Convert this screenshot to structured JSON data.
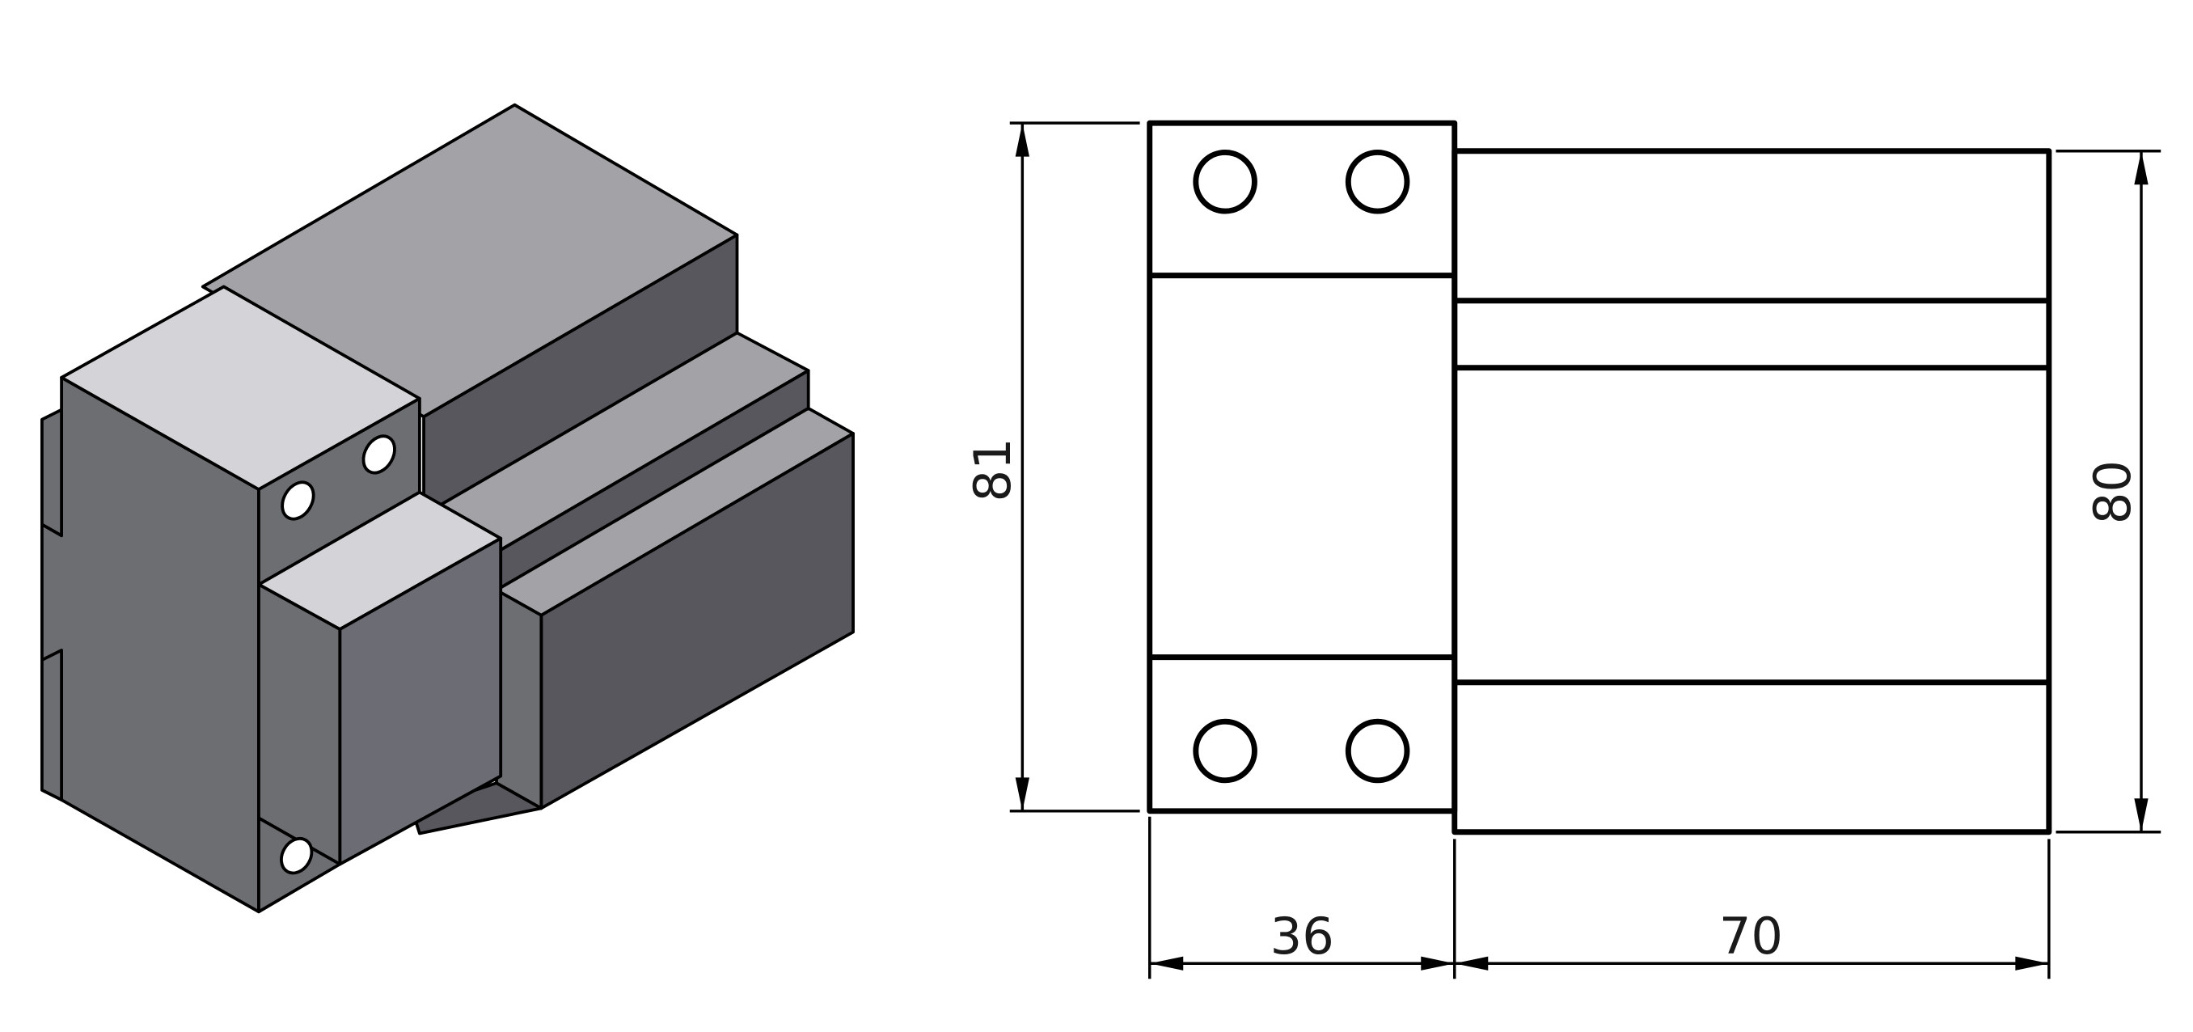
{
  "drawing": {
    "dimensions": {
      "width_left": "36",
      "width_right": "70",
      "height_left": "81",
      "height_right": "80"
    },
    "colors": {
      "top_face": "#d4d4d8",
      "mid_face": "#a2a2a7",
      "dark_face": "#57575d",
      "side_face": "#6d6e72",
      "slate_face": "#6b6c74",
      "line": "#000000"
    }
  }
}
